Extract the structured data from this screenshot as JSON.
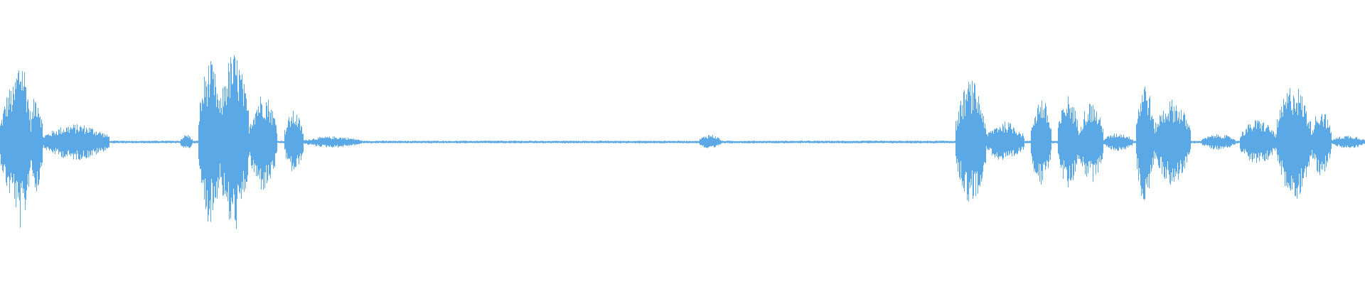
{
  "waveform": {
    "color": "#5aa9e6",
    "background": "#ffffff",
    "bursts": [
      {
        "start": 0.0,
        "end": 0.017,
        "amp": 0.5
      },
      {
        "start": 0.008,
        "end": 0.022,
        "amp": 0.78
      },
      {
        "start": 0.022,
        "end": 0.031,
        "amp": 0.45
      },
      {
        "start": 0.031,
        "end": 0.08,
        "amp": 0.16
      },
      {
        "start": 0.132,
        "end": 0.141,
        "amp": 0.07
      },
      {
        "start": 0.145,
        "end": 0.162,
        "amp": 0.72
      },
      {
        "start": 0.16,
        "end": 0.182,
        "amp": 0.8
      },
      {
        "start": 0.182,
        "end": 0.203,
        "amp": 0.44
      },
      {
        "start": 0.208,
        "end": 0.222,
        "amp": 0.28
      },
      {
        "start": 0.222,
        "end": 0.265,
        "amp": 0.05
      },
      {
        "start": 0.512,
        "end": 0.528,
        "amp": 0.07
      },
      {
        "start": 0.7,
        "end": 0.722,
        "amp": 0.55
      },
      {
        "start": 0.722,
        "end": 0.75,
        "amp": 0.18
      },
      {
        "start": 0.755,
        "end": 0.77,
        "amp": 0.4
      },
      {
        "start": 0.775,
        "end": 0.79,
        "amp": 0.42
      },
      {
        "start": 0.79,
        "end": 0.808,
        "amp": 0.36
      },
      {
        "start": 0.808,
        "end": 0.83,
        "amp": 0.08
      },
      {
        "start": 0.832,
        "end": 0.845,
        "amp": 0.55
      },
      {
        "start": 0.845,
        "end": 0.872,
        "amp": 0.38
      },
      {
        "start": 0.88,
        "end": 0.905,
        "amp": 0.07
      },
      {
        "start": 0.908,
        "end": 0.935,
        "amp": 0.2
      },
      {
        "start": 0.935,
        "end": 0.96,
        "amp": 0.52
      },
      {
        "start": 0.96,
        "end": 0.975,
        "amp": 0.3
      },
      {
        "start": 0.975,
        "end": 1.0,
        "amp": 0.06
      }
    ],
    "baseline_amp": 0.012
  }
}
